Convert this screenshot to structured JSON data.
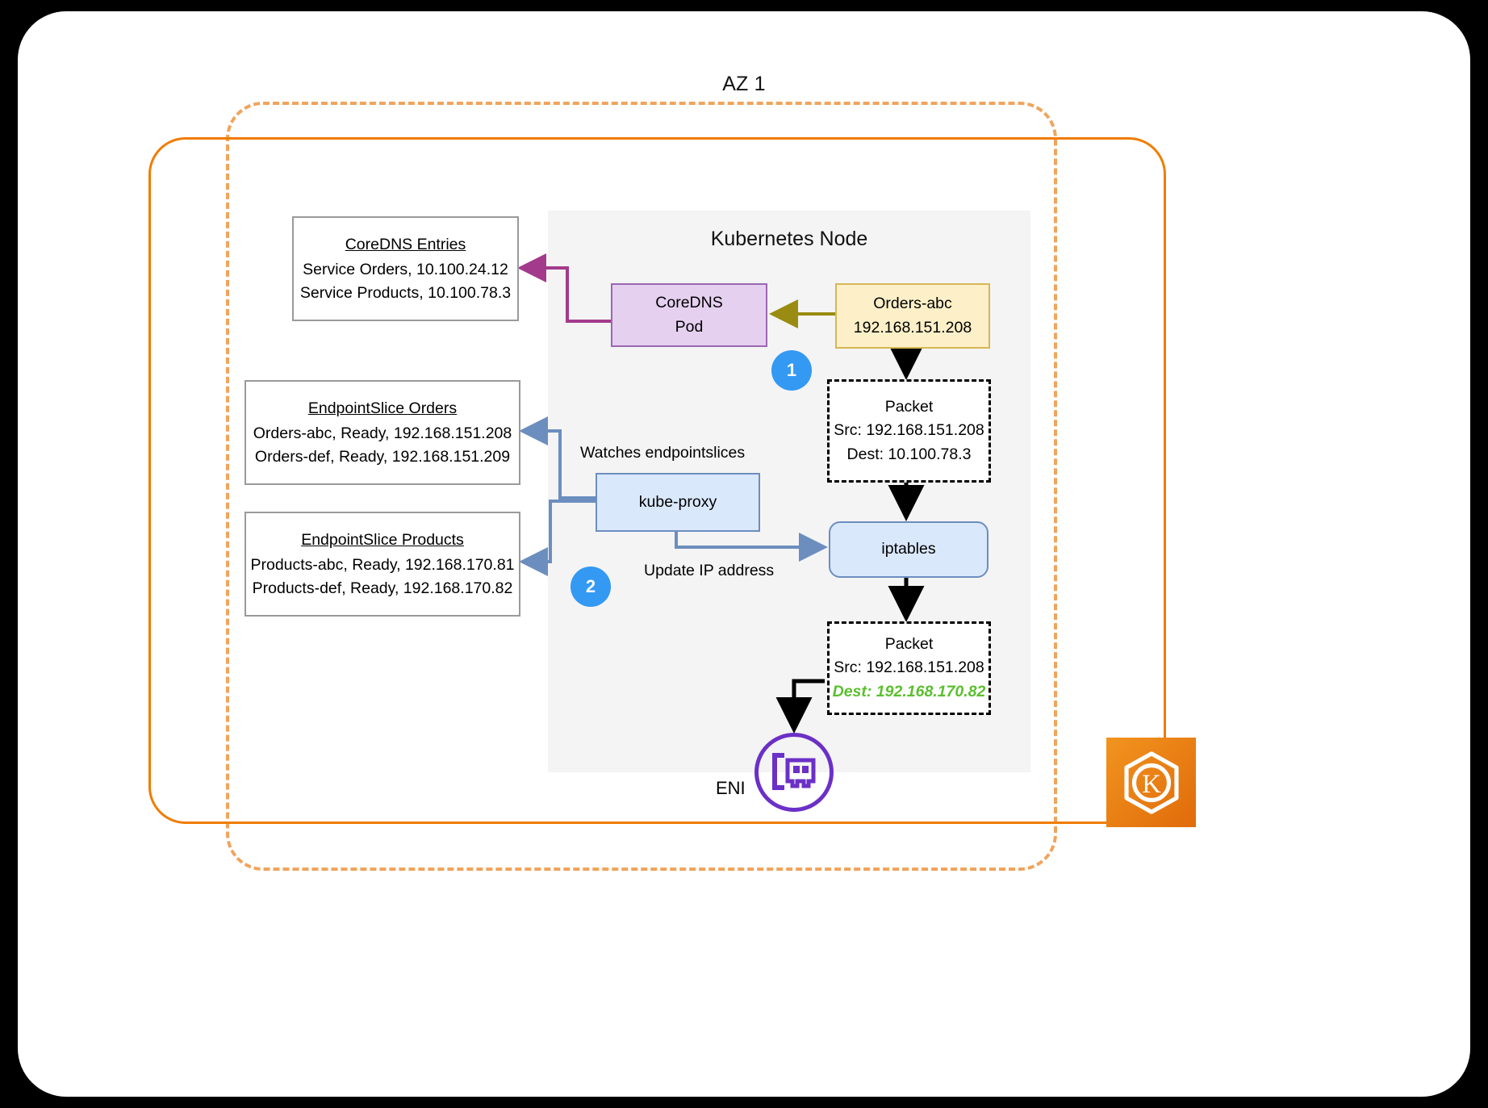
{
  "diagram": {
    "az_label": "AZ 1",
    "node_title": "Kubernetes Node"
  },
  "coredns_entries": {
    "header": "CoreDNS Entries",
    "rows": [
      "Service Orders, 10.100.24.12",
      "Service Products, 10.100.78.3"
    ]
  },
  "endpointslice_orders": {
    "header": "EndpointSlice Orders",
    "rows": [
      "Orders-abc, Ready, 192.168.151.208",
      "Orders-def, Ready, 192.168.151.209"
    ]
  },
  "endpointslice_products": {
    "header": "EndpointSlice Products",
    "rows": [
      "Products-abc, Ready, 192.168.170.81",
      "Products-def, Ready, 192.168.170.82"
    ]
  },
  "pods": {
    "coredns": {
      "line1": "CoreDNS",
      "line2": "Pod"
    },
    "orders": {
      "line1": "Orders-abc",
      "line2": "192.168.151.208"
    }
  },
  "kube_proxy": {
    "label": "kube-proxy"
  },
  "iptables": {
    "label": "iptables"
  },
  "packet_before": {
    "title": "Packet",
    "src": "Src: 192.168.151.208",
    "dest": "Dest: 10.100.78.3"
  },
  "packet_after": {
    "title": "Packet",
    "src": "Src: 192.168.151.208",
    "dest": "Dest: 192.168.170.82"
  },
  "labels": {
    "watches": "Watches endpointslices",
    "update_ip": "Update IP address",
    "eni": "ENI"
  },
  "badges": {
    "one": "1",
    "two": "2"
  },
  "colors": {
    "orange_solid": "#f07c00",
    "orange_dashed": "#f0a45c",
    "badge_blue": "#3399f3",
    "green_dest": "#5bbf2e",
    "purple_eni": "#6b30c7",
    "coredns_fill": "#e6d0f0",
    "coredns_stroke": "#9a68b0",
    "orders_fill": "#fdf0c8",
    "orders_stroke": "#d6b656",
    "blue_fill": "#dae8fc",
    "blue_stroke": "#6c8ebf",
    "olive_arrow": "#9a8b12",
    "magenta_arrow": "#a33a8c",
    "node_panel": "#f4f4f4"
  }
}
